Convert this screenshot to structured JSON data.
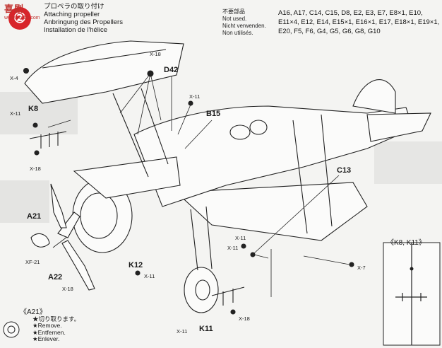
{
  "header": {
    "watermark_text": "喜剧",
    "watermark_url": "www.scobb.com",
    "title_jp": "プロペラの取り付け",
    "title_en": "Attaching propeller",
    "title_de": "Anbringung des Propellers",
    "title_fr": "Installation de l'hélice"
  },
  "unused_parts": {
    "label_jp": "不要部品",
    "label_en": "Not used.",
    "label_de": "Nicht verwenden.",
    "label_fr": "Non utilisés.",
    "list": "A16, A17, C14, C15, D8, E2, E3, E7, E8×1, E10, E11×4, E12, E14, E15×1, E16×1, E17, E18×1, E19×1, E20, F5, F6, G4, G5, G6, G8, G10"
  },
  "callouts": {
    "x4": "X-4",
    "x18_top": "X-18",
    "d42": "D42",
    "x11_top": "X-11",
    "k8": "K8",
    "x11_left": "X-11",
    "x18_left": "X-18",
    "b15": "B15",
    "c13": "C13",
    "a21": "A21",
    "xf21": "XF-21",
    "a22": "A22",
    "x18_a22": "X-18",
    "k12": "K12",
    "x11_k12": "X-11",
    "x11_mid": "X-11",
    "x11_mid2": "X-11",
    "x7": "X-7",
    "x18_bottom": "X-18",
    "x11_bottom": "X-11",
    "k11": "K11"
  },
  "inset": {
    "title": "《K8, K11》"
  },
  "legend": {
    "title": "《A21》",
    "jp": "★切り取ります。",
    "en": "★Remove.",
    "de": "★Entfernen.",
    "fr": "★Enlever."
  }
}
